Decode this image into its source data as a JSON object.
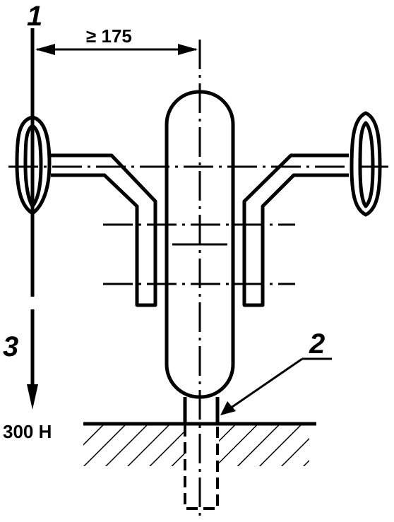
{
  "labels": {
    "callout_1": "1",
    "callout_2": "2",
    "callout_3": "3",
    "dimension": "≥ 175",
    "load": "300 Н"
  }
}
